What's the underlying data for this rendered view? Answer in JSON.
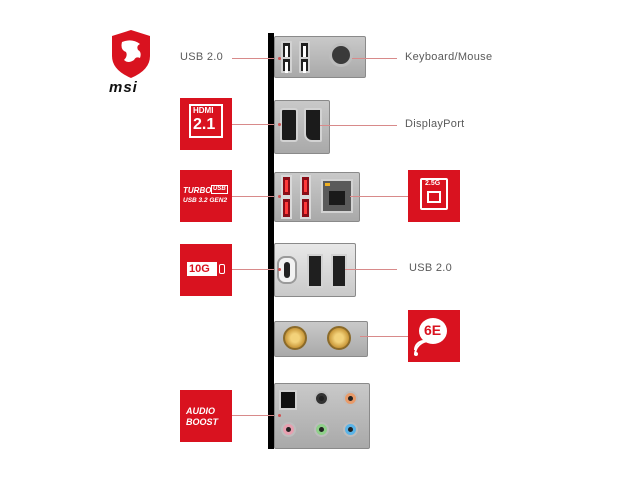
{
  "brand": {
    "logo_text": "msi"
  },
  "connectors": {
    "usb20_top": "USB 2.0",
    "keyboard_mouse": "Keyboard/Mouse",
    "displayport": "DisplayPort",
    "usb20_mid": "USB 2.0"
  },
  "badges": {
    "hdmi": {
      "top": "HDMI",
      "version": "2.1"
    },
    "turbo_usb": {
      "line1": "TURBO",
      "line1b": "USB",
      "line2": "USB 3.2 GEN2"
    },
    "lan": {
      "speed": "2.5G"
    },
    "usb_c": {
      "speed": "10G"
    },
    "wifi": {
      "text": "6E"
    },
    "audio": {
      "line1": "AUDIO",
      "line2": "BOOST"
    }
  },
  "colors": {
    "accent": "#d9121f",
    "audio_orange": "#e89b6a",
    "audio_pink": "#e7a0b0",
    "audio_green": "#8fd08a",
    "audio_blue": "#5ab4e8"
  }
}
